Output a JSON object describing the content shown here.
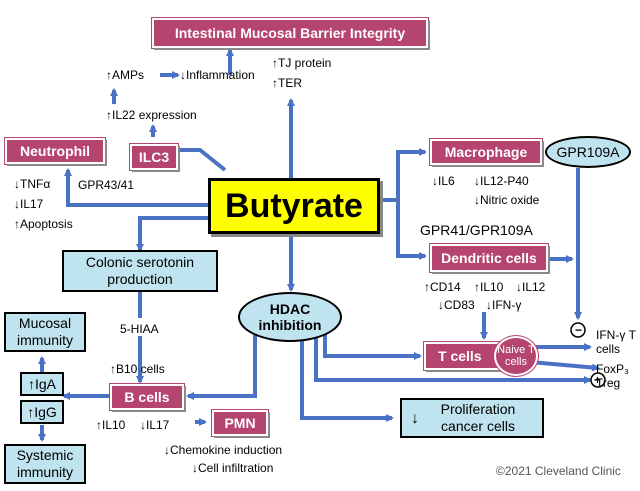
{
  "nodes": {
    "barrier": "Intestinal Mucosal Barrier Integrity",
    "neutrophil": "Neutrophil",
    "ilc3": "ILC3",
    "butyrate": "Butyrate",
    "macrophage": "Macrophage",
    "gpr109a": "GPR109A",
    "dendritic": "Dendritic cells",
    "serotonin": "Colonic serotonin production",
    "hdac": "HDAC inhibition",
    "mucosal_immunity": "Mucosal immunity",
    "iga": "IgA",
    "igg": "IgG",
    "systemic_immunity": "Systemic immunity",
    "bcells": "B cells",
    "pmn": "PMN",
    "tcells": "T cells",
    "naive_tcells": "Naive T cells",
    "proliferation": "Proliferation cancer cells"
  },
  "labels": {
    "amps": "AMPs",
    "inflammation": "Inflammation",
    "tj_protein": "TJ protein",
    "ter": "TER",
    "il22": "IL22 expression",
    "tnf": "TNFα",
    "gpr4341": "GPR43/41",
    "il17_neut": "IL17",
    "apoptosis": "Apoptosis",
    "il6": "IL6",
    "il12p40": "IL12-P40",
    "nitric_oxide": "Nitric oxide",
    "gpr41_gpr109a": "GPR41/GPR109A",
    "cd14": "CD14",
    "il10_dc": "IL10",
    "il12_dc": "IL12",
    "cd83": "CD83",
    "ifn_dc": "IFN-γ",
    "hiaa": "5-HIAA",
    "b10": "B10 cells",
    "il10_b": "IL10",
    "il17_b": "IL17",
    "chemokine": "Chemokine induction",
    "cell_infiltration": "Cell infiltration",
    "ifn_tcells": "IFN-γ T cells",
    "foxp3_treg": "FoxP₃ Treg",
    "minus": "−",
    "plus": "+",
    "copyright": "©2021 Cleveland Clinic"
  },
  "colors": {
    "pink": "#b5446e",
    "lightblue": "#bfe3ef",
    "yellow": "#ffff00",
    "arrow": "#4a72c4"
  }
}
